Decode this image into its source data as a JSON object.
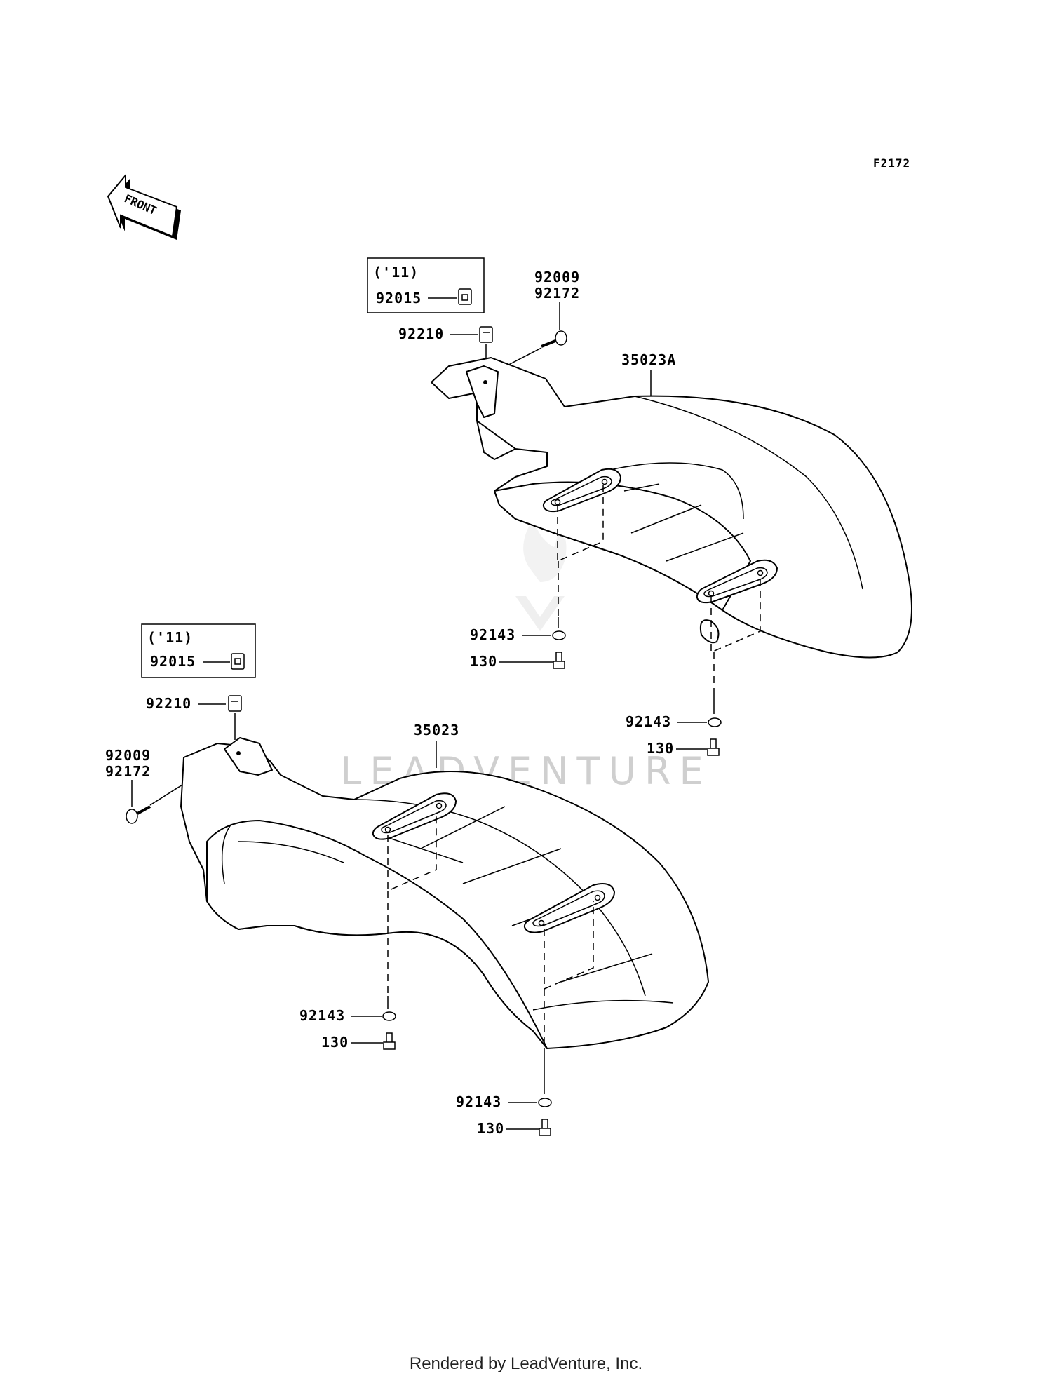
{
  "diagram": {
    "figure_code": "F2172",
    "front_label": "FRONT",
    "watermark": "LEADVENTURE",
    "footer": "Rendered by LeadVenture, Inc.",
    "upper_assembly": {
      "variant_box": {
        "year": "('11)",
        "part": "92015"
      },
      "clip": "92210",
      "screw_a": "92009",
      "screw_b": "92172",
      "cover": "35023A",
      "washer_1": "92143",
      "bolt_1": "130",
      "washer_2": "92143",
      "bolt_2": "130"
    },
    "lower_assembly": {
      "variant_box": {
        "year": "('11)",
        "part": "92015"
      },
      "clip": "92210",
      "screw_a": "92009",
      "screw_b": "92172",
      "cover": "35023",
      "washer_1": "92143",
      "bolt_1": "130",
      "washer_2": "92143",
      "bolt_2": "130"
    }
  }
}
